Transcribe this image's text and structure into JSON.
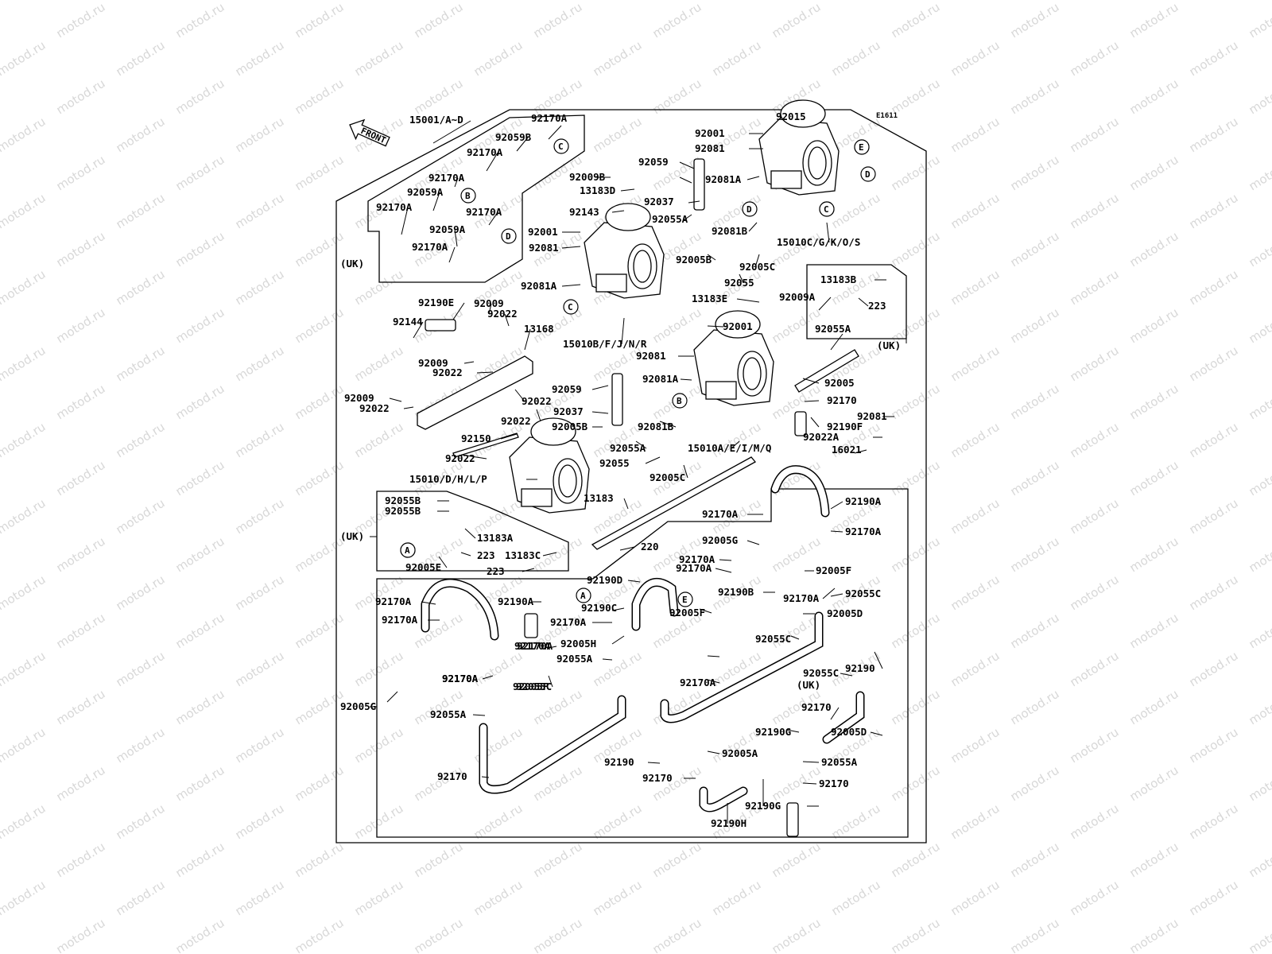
{
  "diagram": {
    "code": "E1611",
    "front_label": "FRONT",
    "watermark": "motod.ru",
    "labels": [
      "15001/A~D",
      "92170A",
      "92059B",
      "92170A",
      "92170A",
      "92059A",
      "92170A",
      "92170A",
      "92059A",
      "92170A",
      "(UK)",
      "92001",
      "92015",
      "92081",
      "92059",
      "92009B",
      "13183D",
      "92081A",
      "92037",
      "92143",
      "92055A",
      "92001",
      "92081",
      "92081B",
      "92005B",
      "15010C/G/K/O/S",
      "92005C",
      "92055",
      "92081A",
      "13183B",
      "13183E",
      "92009A",
      "223",
      "92190E",
      "92009",
      "92022",
      "92144",
      "13168",
      "92001",
      "92055A",
      "15010B/F/J/N/R",
      "92081",
      "(UK)",
      "92009",
      "92022",
      "92081A",
      "92005",
      "92009",
      "92022",
      "92059",
      "92022",
      "92170",
      "92037",
      "92005B",
      "92081B",
      "92081",
      "92190F",
      "92022",
      "92150",
      "92055A",
      "15010A/E/I/M/Q",
      "92022A",
      "16021",
      "92022",
      "92055",
      "92005C",
      "15010/D/H/L/P",
      "13183",
      "92055B",
      "92055B",
      "92190A",
      "92170A",
      "(UK)",
      "13183A",
      "92005G",
      "92170A",
      "223",
      "13183C",
      "220",
      "92005E",
      "223",
      "92170A",
      "92005F",
      "92170A",
      "92190D",
      "92190B",
      "92170A",
      "92190A",
      "92190C",
      "92170A",
      "92055C",
      "92170A",
      "92170A",
      "92005F",
      "92005D",
      "92005H",
      "92170A",
      "92055C",
      "92190",
      "92055A",
      "92055C",
      "92170A",
      "92170A",
      "92005F",
      "92055C",
      "92170A",
      "92170",
      "(UK)",
      "92005G",
      "92170A",
      "92055A",
      "92170",
      "92190G",
      "92005D",
      "92005A",
      "92055A",
      "92190",
      "92170",
      "92170",
      "92170",
      "92190G",
      "92190H"
    ],
    "refs": [
      "A",
      "B",
      "C",
      "D",
      "E",
      "B",
      "C",
      "D",
      "D",
      "B",
      "C",
      "E",
      "A",
      "A",
      "E"
    ]
  }
}
